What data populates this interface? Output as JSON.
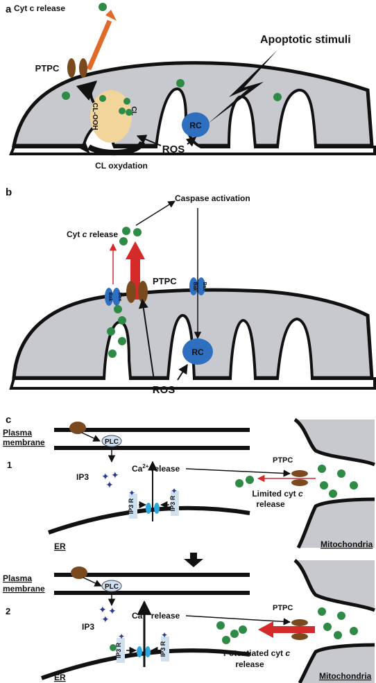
{
  "colors": {
    "mito_fill": "#c8c9cf",
    "membrane": "#111111",
    "cytc": "#2e8b45",
    "ptpc": "#7a4a1e",
    "rc": "#2f6fbf",
    "cl": "#f2d59a",
    "orange_arrow": "#e06a2a",
    "red_arrow": "#d42a2a",
    "receptor": "#cfe0ee",
    "ip3": "#2c3a8c",
    "channel": "#2aa7dc"
  },
  "panel_a": {
    "label": "a",
    "cytc_release": "Cyt c release",
    "ptpc": "PTPC",
    "apoptotic": "Apoptotic stimuli",
    "rc": "RC",
    "ros": "ROS",
    "cl_oxydation": "CL oxydation",
    "cl": "CL",
    "cl_ooh": "CL-OOH"
  },
  "panel_b": {
    "label": "b",
    "caspase": "Caspase activation",
    "cytc_prefix": "Cyt ",
    "cytc_italic": "c",
    "cytc_suffix": " release",
    "ptpc": "PTPC",
    "rc": "RC",
    "ros": "ROS",
    "bak": "Bak",
    "bax": "Bax"
  },
  "panel_c": {
    "label": "c",
    "plasma_membrane_1": "Plasma",
    "plasma_membrane_2": "membrane",
    "plc": "PLC",
    "ip3": "IP3",
    "ip3r": "IP3 R",
    "ca_release": "Ca",
    "ca_sup": "2+",
    "ca_suffix": " release",
    "ptpc": "PTPC",
    "er": "ER",
    "mitochondria": "Mitochondria",
    "step1": "1",
    "step2": "2",
    "limited_1": "Limited cyt ",
    "limited_c": "c",
    "limited_2": "release",
    "potentiated_1": "Potentiated cyt ",
    "potentiated_c": "c",
    "potentiated_2": "release"
  }
}
